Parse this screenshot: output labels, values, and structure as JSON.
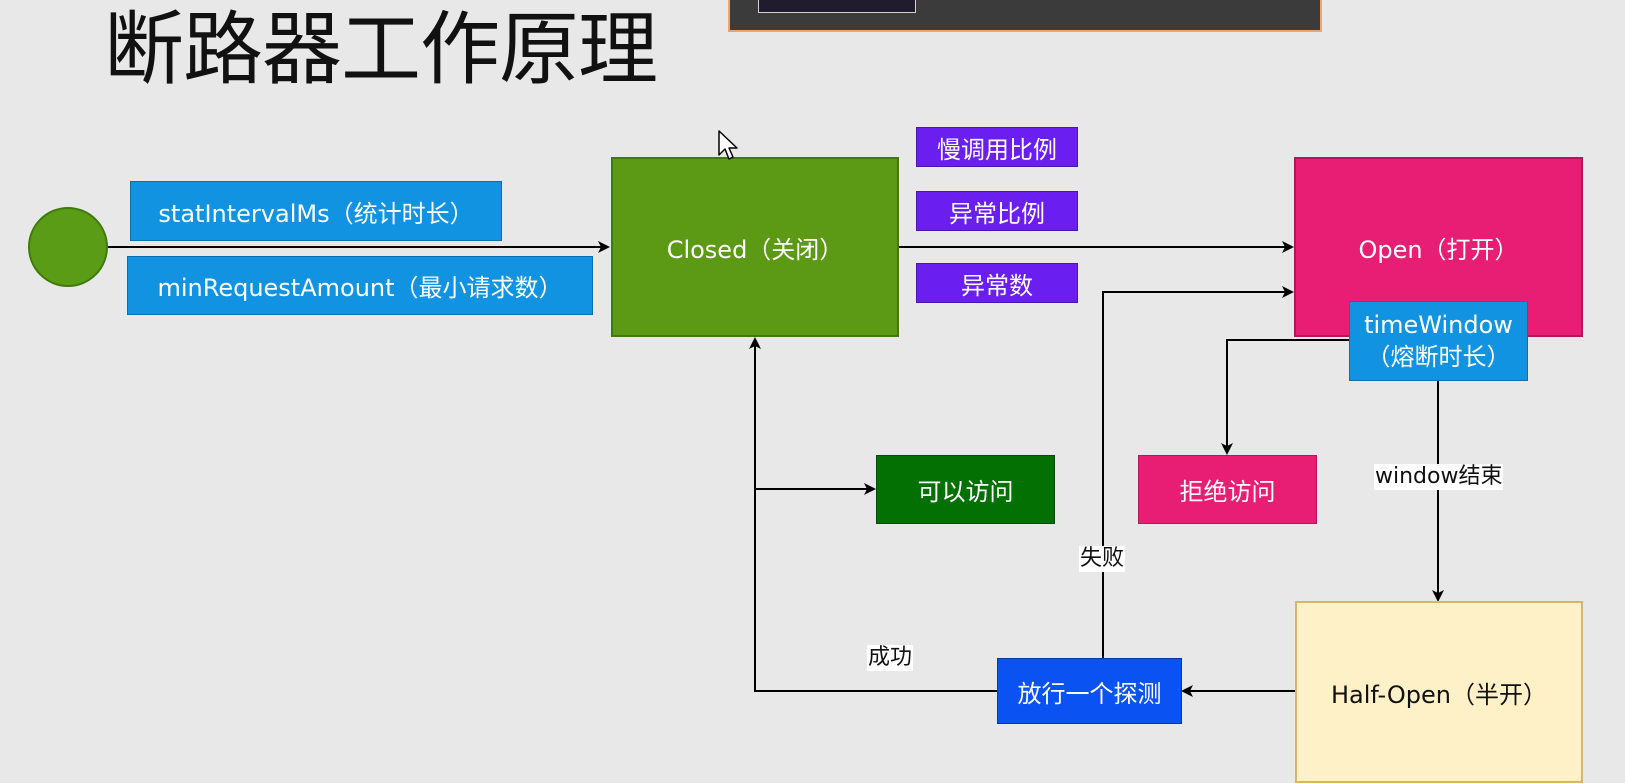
{
  "title": "断路器工作原理",
  "states": {
    "closed": "Closed（关闭）",
    "open": "Open（打开）",
    "half_open": "Half-Open（半开）"
  },
  "closed_params": {
    "stat_interval": "statIntervalMs（统计时长）",
    "min_request": "minRequestAmount（最小请求数）"
  },
  "trip_conditions": [
    "慢调用比例",
    "异常比例",
    "异常数"
  ],
  "open_params": {
    "time_window_line1": "timeWindow",
    "time_window_line2": "（熔断时长）"
  },
  "outcomes": {
    "allow": "可以访问",
    "reject": "拒绝访问",
    "probe": "放行一个探测"
  },
  "edge_labels": {
    "window_end": "window结束",
    "fail": "失败",
    "success": "成功"
  },
  "colors": {
    "start": "#5a9c15",
    "closed": "#5c9a15",
    "open": "#e81e74",
    "half_open": "#fff1c7",
    "param_blue": "#1193e1",
    "condition_purple": "#6a1ff0",
    "allow_green": "#037003",
    "reject_pink": "#e81e74",
    "probe_blue": "#0b52f3"
  }
}
